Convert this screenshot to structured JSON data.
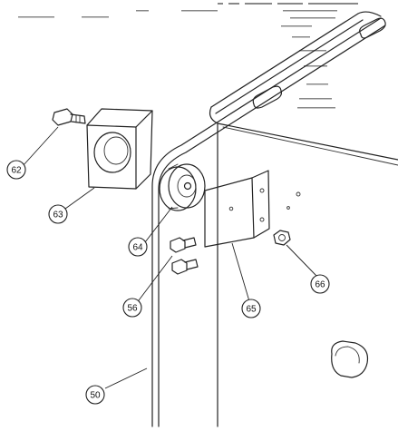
{
  "callouts": [
    {
      "id": "62",
      "label": "62"
    },
    {
      "id": "63",
      "label": "63"
    },
    {
      "id": "64",
      "label": "64"
    },
    {
      "id": "56",
      "label": "56"
    },
    {
      "id": "65",
      "label": "65"
    },
    {
      "id": "66",
      "label": "66"
    },
    {
      "id": "50",
      "label": "50"
    }
  ],
  "colors": {
    "line": "#222222",
    "background": "#ffffff"
  }
}
